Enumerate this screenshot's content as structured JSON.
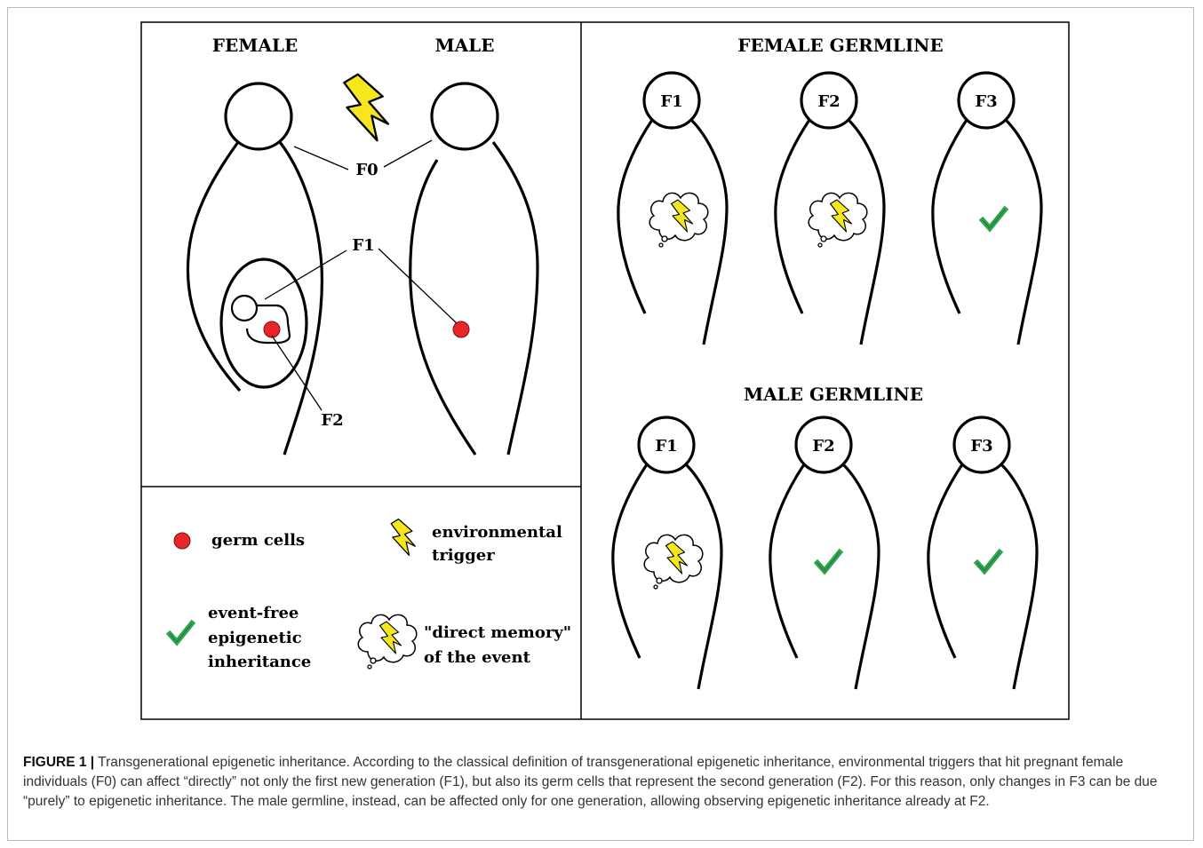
{
  "left_panel": {
    "female_heading": "FEMALE",
    "male_heading": "MALE",
    "labels": {
      "f0": "F0",
      "f1": "F1",
      "f2": "F2"
    }
  },
  "female_germline": {
    "heading": "FEMALE GERMLINE",
    "figures": [
      {
        "label": "F1",
        "marker": "direct-memory"
      },
      {
        "label": "F2",
        "marker": "direct-memory"
      },
      {
        "label": "F3",
        "marker": "event-free-check"
      }
    ]
  },
  "male_germline": {
    "heading": "MALE GERMLINE",
    "figures": [
      {
        "label": "F1",
        "marker": "direct-memory"
      },
      {
        "label": "F2",
        "marker": "event-free-check"
      },
      {
        "label": "F3",
        "marker": "event-free-check"
      }
    ]
  },
  "legend": {
    "germ_cells": "germ cells",
    "env_trigger_line1": "environmental",
    "env_trigger_line2": "trigger",
    "event_free_line1": "event-free",
    "event_free_line2": "epigenetic",
    "event_free_line3": "inheritance",
    "direct_memory_line1": "\"direct memory\"",
    "direct_memory_line2": "of the event"
  },
  "caption": {
    "label": "FIGURE 1 |",
    "text": "Transgenerational epigenetic inheritance. According to the classical definition of transgenerational epigenetic inheritance, environmental triggers that hit pregnant female individuals (F0) can affect “directly” not only the first new generation (F1), but also its germ cells that represent the second generation (F2). For this reason, only changes in F3 can be due “purely” to epigenetic inheritance. The male germline, instead, can be affected only for one generation, allowing observing epigenetic inheritance already at F2."
  },
  "colors": {
    "germ_cell": "#e8252a",
    "lightning": "#f5e61e",
    "check": "#2ea44f",
    "line": "#000000"
  }
}
